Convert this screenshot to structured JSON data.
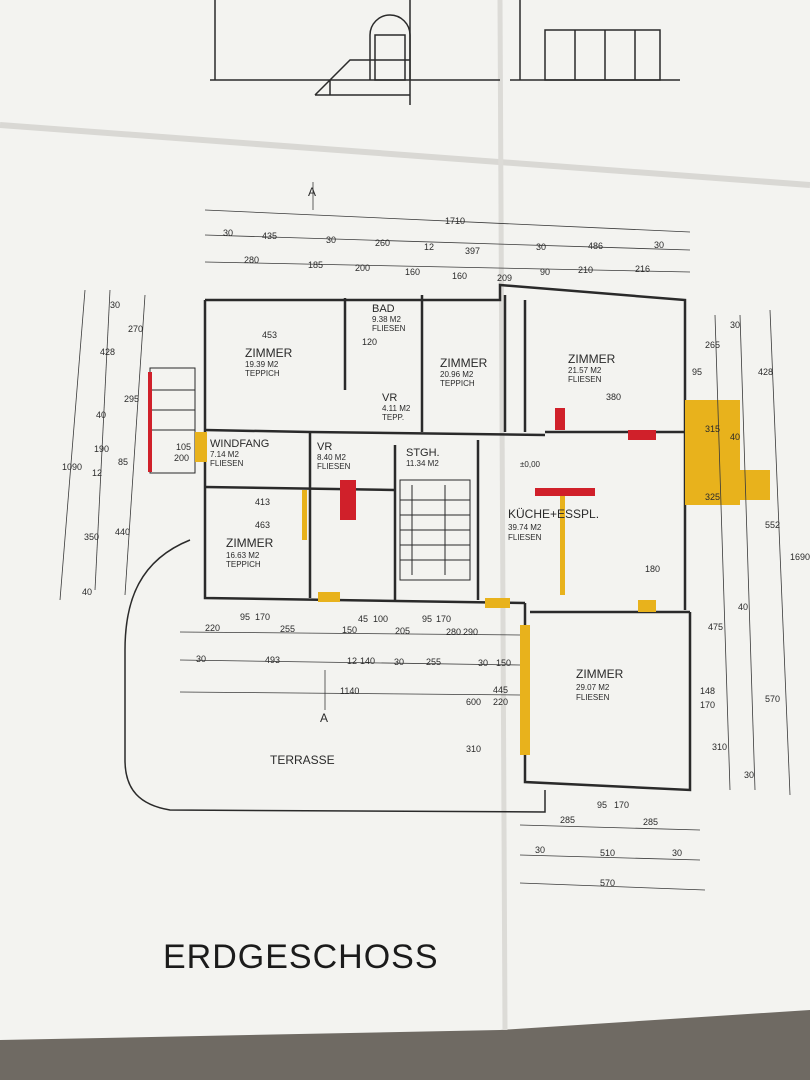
{
  "plan": {
    "title": "ERDGESCHOSS",
    "section_marks": [
      "A",
      "A"
    ],
    "terrace": "TERRASSE",
    "level_mark": "±0,00",
    "rooms": [
      {
        "name": "ZIMMER",
        "area": "19.39 M2",
        "floor": "TEPPICH"
      },
      {
        "name": "BAD",
        "area": "9.38 M2",
        "floor": "FLIESEN"
      },
      {
        "name": "ZIMMER",
        "area": "20.96 M2",
        "floor": "TEPPICH"
      },
      {
        "name": "ZIMMER",
        "area": "21.57 M2",
        "floor": "FLIESEN"
      },
      {
        "name": "VR",
        "area": "4.11 M2",
        "floor": "TEPP."
      },
      {
        "name": "WINDFANG",
        "area": "7.14 M2",
        "floor": "FLIESEN"
      },
      {
        "name": "VR",
        "area": "8.40 M2",
        "floor": "FLIESEN"
      },
      {
        "name": "STGH.",
        "area": "11.34 M2",
        "floor": ""
      },
      {
        "name": "KÜCHE+ESSPL.",
        "area": "39.74 M2",
        "floor": "FLIESEN"
      },
      {
        "name": "ZIMMER",
        "area": "16.63 M2",
        "floor": "TEPPICH"
      },
      {
        "name": "ZIMMER",
        "area": "29.07 M2",
        "floor": "FLIESEN"
      }
    ],
    "dims_top": [
      "1710",
      "30",
      "435",
      "30",
      "260",
      "12",
      "397",
      "30",
      "486",
      "30"
    ],
    "dims_top2": [
      "280",
      "185",
      "200",
      "160",
      "160",
      "209",
      "90",
      "210",
      "216"
    ],
    "dims_bottom": [
      "220",
      "95",
      "170",
      "255",
      "150",
      "45",
      "100",
      "205",
      "95",
      "170",
      "280",
      "290"
    ],
    "dims_bottom2": [
      "30",
      "493",
      "12",
      "140",
      "30",
      "255",
      "30",
      "150"
    ],
    "dims_bottom3": [
      "1140",
      "600",
      "445",
      "220",
      "310"
    ],
    "dims_left": [
      "1090",
      "428",
      "270",
      "295",
      "40",
      "190",
      "12",
      "85",
      "350",
      "440",
      "40",
      "30"
    ],
    "dims_right": [
      "1690",
      "428",
      "30",
      "265",
      "315",
      "40",
      "552",
      "325",
      "475",
      "40",
      "570",
      "310",
      "30"
    ],
    "dims_misc": [
      "453",
      "413",
      "463",
      "380",
      "180",
      "148",
      "170",
      "95",
      "105",
      "200",
      "120"
    ],
    "dims_lower": [
      "285",
      "95",
      "170",
      "285",
      "30",
      "510",
      "30",
      "570"
    ]
  },
  "colors": {
    "paper": "#f3f3f0",
    "ink": "#2a2a2a",
    "yellow": "#e8b21c",
    "red": "#d0202a"
  }
}
